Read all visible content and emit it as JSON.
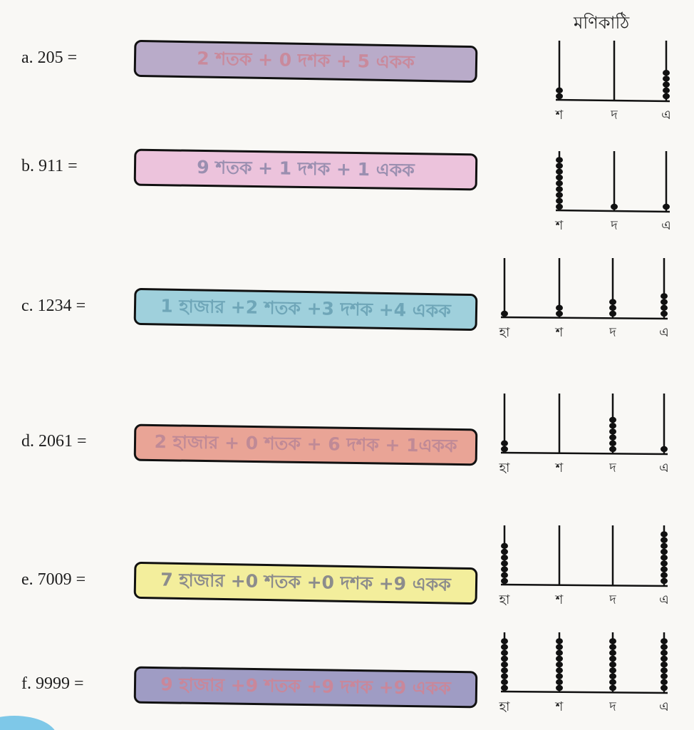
{
  "header": {
    "abacus_title": "মণিকাঠি"
  },
  "rows": [
    {
      "label": "a.  205  =",
      "expansion": "2 শতক + 0 দশক + 5 একক",
      "color": "#b9abc9",
      "text_color": "#c98a9c",
      "rods": [
        "শ",
        "দ",
        "এ"
      ],
      "beads": [
        2,
        0,
        5
      ]
    },
    {
      "label": "b.  911   =",
      "expansion": "9 শতক + 1 দশক + 1 একক",
      "color": "#ecc3dc",
      "text_color": "#9a8fb0",
      "rods": [
        "শ",
        "দ",
        "এ"
      ],
      "beads": [
        9,
        1,
        1
      ]
    },
    {
      "label": "c.  1234 =",
      "expansion": "1 হাজার +2 শতক +3 দশক +4 একক",
      "color": "#9fd0dc",
      "text_color": "#6fa6b8",
      "rods": [
        "হা",
        "শ",
        "দ",
        "এ"
      ],
      "beads": [
        1,
        2,
        3,
        4
      ]
    },
    {
      "label": "d.  2061 =",
      "expansion": "2 হাজার + 0 শতক + 6 দশক + 1একক",
      "color": "#e9a496",
      "text_color": "#c08a96",
      "rods": [
        "হা",
        "শ",
        "দ",
        "এ"
      ],
      "beads": [
        2,
        0,
        6,
        1
      ]
    },
    {
      "label": "e.  7009 =",
      "expansion": "7 হাজার +0 শতক +0 দশক +9 একক",
      "color": "#f3ee9c",
      "text_color": "#8c8c8c",
      "rods": [
        "হা",
        "শ",
        "দ",
        "এ"
      ],
      "beads": [
        7,
        0,
        0,
        9
      ]
    },
    {
      "label": "f.  9999 =",
      "expansion": "9 হাজার +9 শতক +9 দশক +9 একক",
      "color": "#9f9cc4",
      "text_color": "#c9879a",
      "rods": [
        "হা",
        "শ",
        "দ",
        "এ"
      ],
      "beads": [
        9,
        9,
        9,
        9
      ]
    }
  ]
}
